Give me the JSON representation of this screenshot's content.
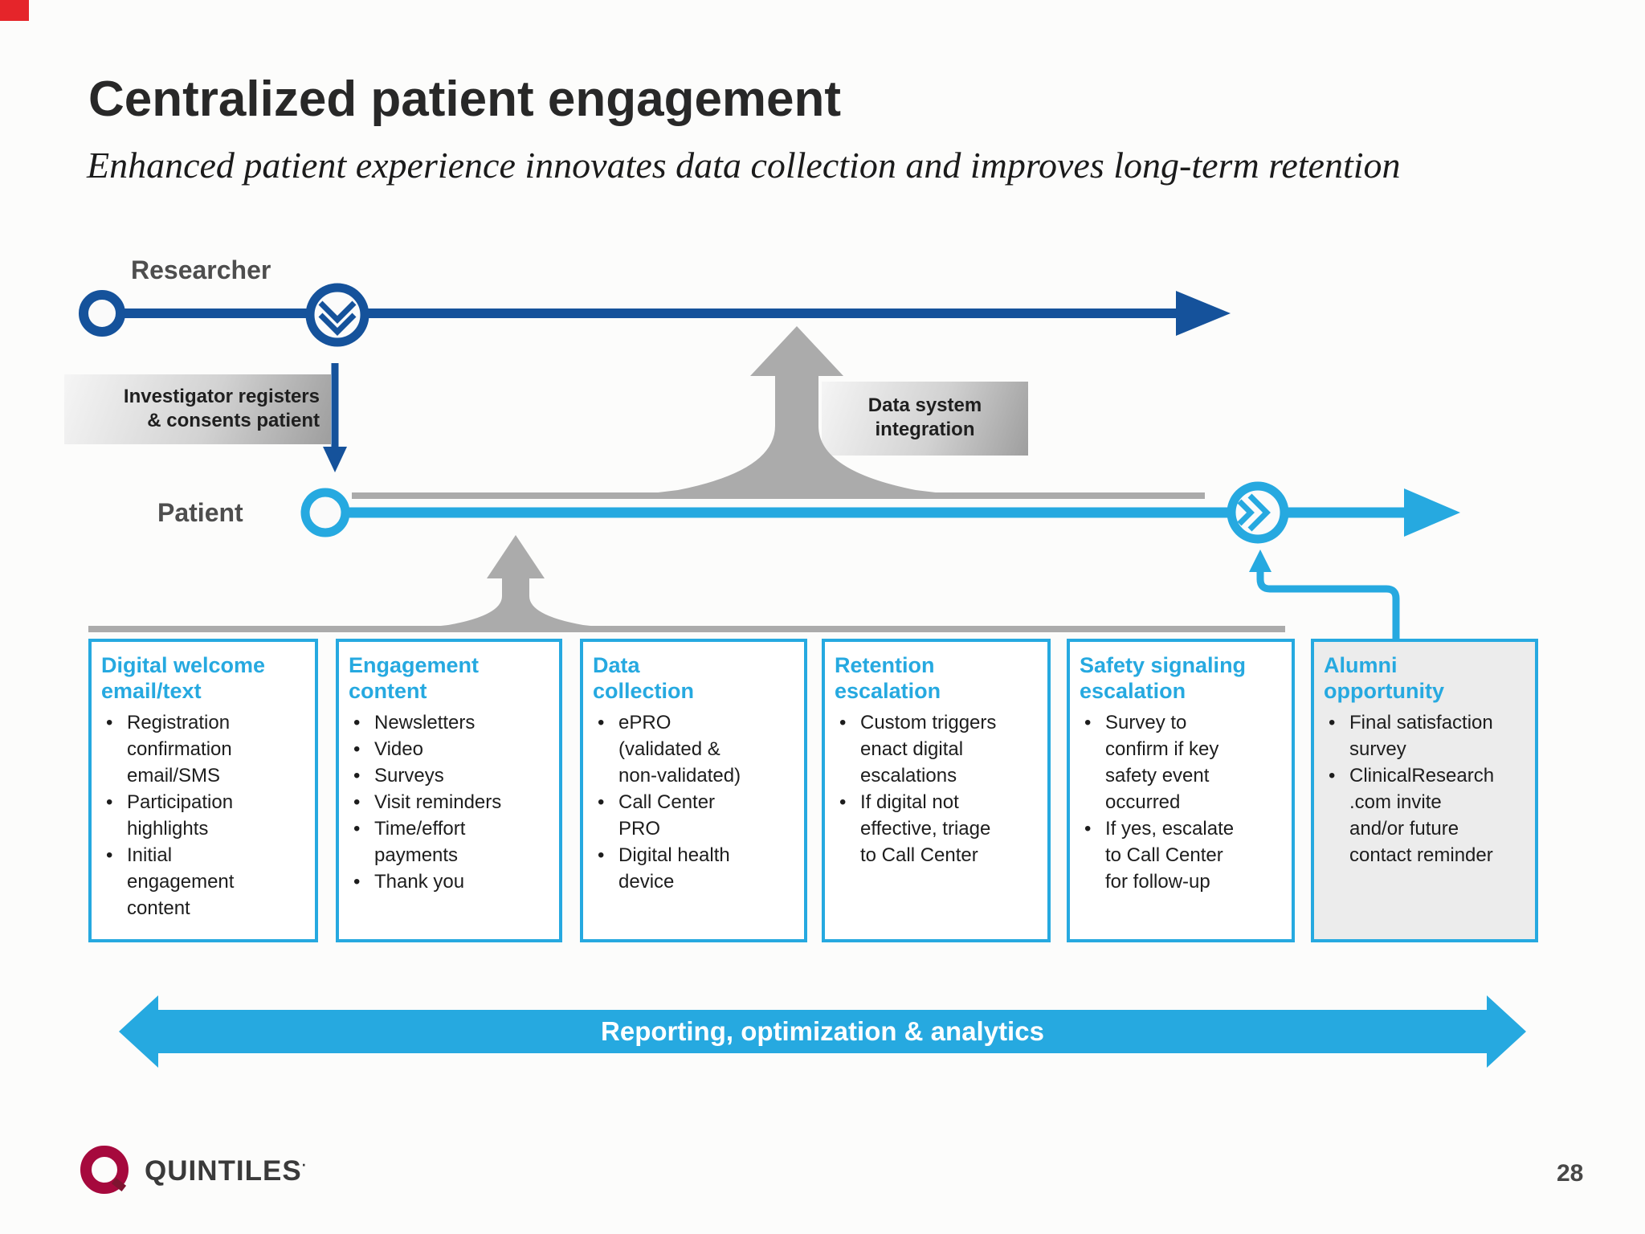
{
  "slide": {
    "title": "Centralized patient engagement",
    "subtitle": "Enhanced patient experience innovates data collection and improves long-term retention",
    "page_number": "28",
    "logo": {
      "brand": "QUINTILES",
      "trademark": "·",
      "mark_icon": "q-ring-icon"
    },
    "colors": {
      "dark_blue": "#15529B",
      "light_blue": "#26A9E0",
      "gray": "#ABABAB",
      "brand_crimson": "#A6093D",
      "banner_text": "#FFFFFF"
    }
  },
  "timelines": {
    "researcher_label": "Researcher",
    "patient_label": "Patient",
    "researcher_node_icon": "chevron-down-circle-icon",
    "patient_node_icon": "chevron-right-circle-icon"
  },
  "callouts": {
    "investigator": "Investigator registers\n& consents patient",
    "data_system": "Data system\nintegration"
  },
  "engagement_boxes": [
    {
      "title": "Digital welcome\nemail/text",
      "bullets": [
        "Registration\nconfirmation\nemail/SMS",
        "Participation\nhighlights",
        "Initial\nengagement\ncontent"
      ]
    },
    {
      "title": "Engagement\ncontent",
      "bullets": [
        "Newsletters",
        "Video",
        "Surveys",
        "Visit reminders",
        "Time/effort\npayments",
        "Thank you"
      ]
    },
    {
      "title": "Data\ncollection",
      "bullets": [
        "ePRO\n(validated &\nnon-validated)",
        "Call Center\nPRO",
        "Digital health\ndevice"
      ]
    },
    {
      "title": "Retention\nescalation",
      "bullets": [
        "Custom triggers\nenact digital\nescalations",
        "If digital not\neffective, triage\nto Call Center"
      ]
    },
    {
      "title": "Safety signaling\nescalation",
      "bullets": [
        "Survey to\nconfirm if key\nsafety event\noccurred",
        "If yes, escalate\nto Call Center\nfor follow-up"
      ]
    },
    {
      "title": "Alumni\nopportunity",
      "bullets": [
        "Final satisfaction\nsurvey",
        "ClinicalResearch\n.com invite\nand/or future\ncontact reminder"
      ]
    }
  ],
  "bottom_banner": {
    "label": "Reporting, optimization & analytics"
  }
}
